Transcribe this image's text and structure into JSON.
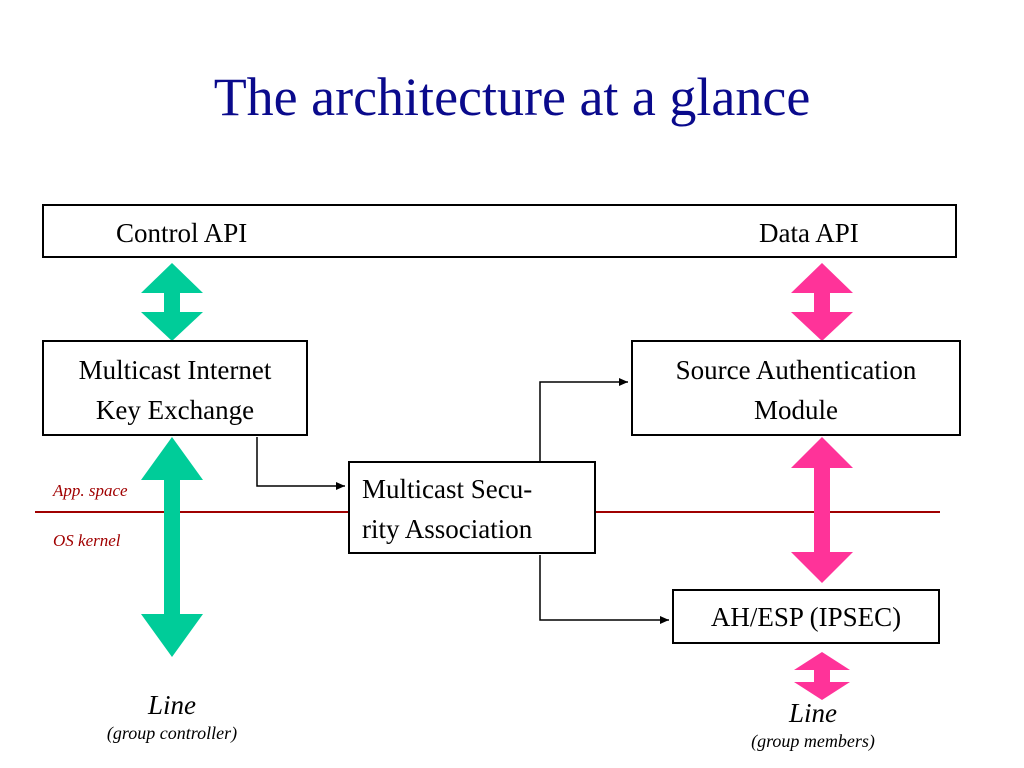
{
  "title": "The architecture at a glance",
  "api_bar": {
    "control": "Control API",
    "data": "Data API"
  },
  "boxes": {
    "mike": {
      "line1": "Multicast Internet",
      "line2": "Key Exchange"
    },
    "sam": {
      "line1": "Source Authentication",
      "line2": "Module"
    },
    "msa": {
      "line1": "Multicast Secu-",
      "line2": "rity Association"
    },
    "ipsec": {
      "label": "AH/ESP (IPSEC)"
    }
  },
  "spaces": {
    "app": "App. space",
    "os": "OS kernel"
  },
  "lines": {
    "controller": {
      "title": "Line",
      "subtitle": "(group controller)"
    },
    "members": {
      "title": "Line",
      "subtitle": "(group members)"
    }
  },
  "colors": {
    "title": "#0a0a8c",
    "controller_arrow": "#00cc99",
    "member_arrow": "#ff3399",
    "separator": "#a00000"
  }
}
